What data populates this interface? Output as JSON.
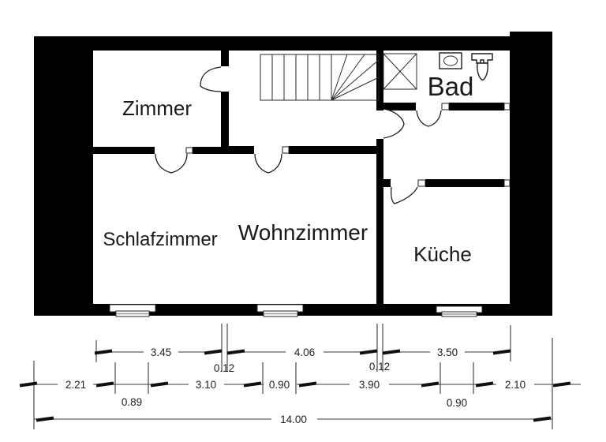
{
  "meta": {
    "type": "floor-plan",
    "language": "de"
  },
  "rooms": {
    "zimmer": "Zimmer",
    "schlafzimmer": "Schlafzimmer",
    "wohnzimmer": "Wohnzimmer",
    "kueche": "Küche",
    "bad": "Bad"
  },
  "symbols": {
    "stairs": "stairs-symbol",
    "shower": "shower-symbol",
    "sink": "sink-symbol",
    "toilet": "toilet-symbol",
    "window": "window-symbol",
    "door": "door-swing-symbol"
  },
  "dimensions_m": {
    "row_top": {
      "d1": "3.45",
      "t1": "0.12",
      "d2": "4.06",
      "t2": "0.12",
      "d3": "3.50"
    },
    "row_middle": {
      "d1": "2.21",
      "d2": "3.10",
      "d3": "0.90",
      "d4": "3.90",
      "d5": "2.10"
    },
    "row_below": {
      "d1": "0.89",
      "d2": "0.90"
    },
    "total": "14.00"
  },
  "colors": {
    "wall": "#000000",
    "line": "#3a3a3a",
    "text": "#161616",
    "background": "#ffffff"
  }
}
